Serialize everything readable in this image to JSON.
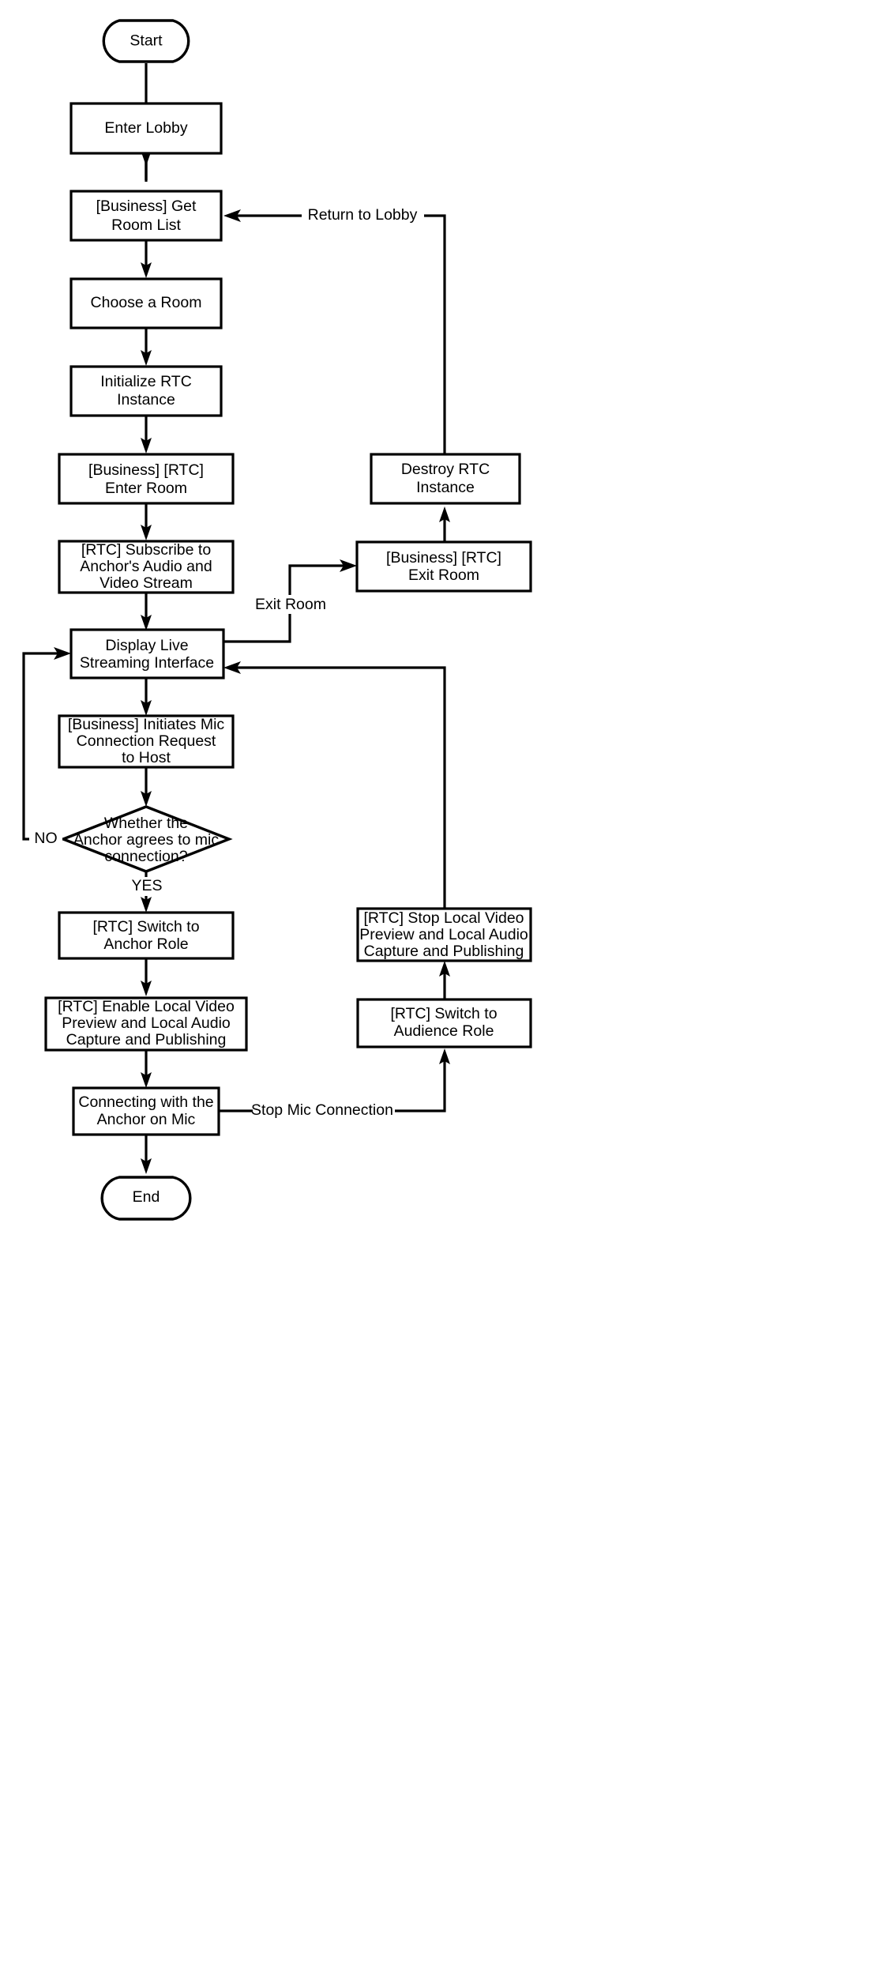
{
  "diagram": {
    "type": "flowchart",
    "title": "Audience Mic-Connection Live Streaming Flow",
    "orientation": "top-to-bottom",
    "background_color": "#ffffff",
    "line_color": "#000000",
    "text_color": "#000000",
    "nodes": [
      {
        "id": "start",
        "shape": "stadium",
        "lines": [
          "Start"
        ]
      },
      {
        "id": "enter_lobby",
        "shape": "rectangle",
        "lines": [
          "Enter Lobby"
        ]
      },
      {
        "id": "get_room_list",
        "shape": "rectangle",
        "lines": [
          "[Business] Get",
          "Room List"
        ]
      },
      {
        "id": "choose_room",
        "shape": "rectangle",
        "lines": [
          "Choose a Room"
        ]
      },
      {
        "id": "init_rtc",
        "shape": "rectangle",
        "lines": [
          "Initialize RTC",
          "Instance"
        ]
      },
      {
        "id": "enter_room",
        "shape": "rectangle",
        "lines": [
          "[Business] [RTC]",
          "Enter Room"
        ]
      },
      {
        "id": "subscribe",
        "shape": "rectangle",
        "lines": [
          "[RTC] Subscribe to",
          "Anchor's Audio and",
          "Video Stream"
        ]
      },
      {
        "id": "display_live",
        "shape": "rectangle",
        "lines": [
          "Display Live",
          "Streaming Interface"
        ]
      },
      {
        "id": "mic_request",
        "shape": "rectangle",
        "lines": [
          "[Business] Initiates Mic",
          "Connection Request",
          "to Host"
        ]
      },
      {
        "id": "decision_agree",
        "shape": "diamond",
        "lines": [
          "Whether the",
          "Anchor agrees to mic",
          "connection?"
        ]
      },
      {
        "id": "switch_anchor",
        "shape": "rectangle",
        "lines": [
          "[RTC] Switch to",
          "Anchor Role"
        ]
      },
      {
        "id": "enable_local",
        "shape": "rectangle",
        "lines": [
          "[RTC] Enable Local Video",
          "Preview and Local Audio",
          "Capture and Publishing"
        ]
      },
      {
        "id": "connecting",
        "shape": "rectangle",
        "lines": [
          "Connecting with the",
          "Anchor on Mic"
        ]
      },
      {
        "id": "end",
        "shape": "stadium",
        "lines": [
          "End"
        ]
      },
      {
        "id": "exit_room",
        "shape": "rectangle",
        "lines": [
          "[Business] [RTC]",
          "Exit Room"
        ]
      },
      {
        "id": "destroy_rtc",
        "shape": "rectangle",
        "lines": [
          "Destroy RTC",
          "Instance"
        ]
      },
      {
        "id": "stop_local",
        "shape": "rectangle",
        "lines": [
          "[RTC] Stop Local Video",
          "Preview and Local Audio",
          "Capture and Publishing"
        ]
      },
      {
        "id": "switch_audience",
        "shape": "rectangle",
        "lines": [
          "[RTC] Switch to",
          "Audience Role"
        ]
      }
    ],
    "edges": [
      {
        "from": "start",
        "to": "enter_lobby",
        "label": ""
      },
      {
        "from": "enter_lobby",
        "to": "get_room_list",
        "label": ""
      },
      {
        "from": "get_room_list",
        "to": "choose_room",
        "label": ""
      },
      {
        "from": "choose_room",
        "to": "init_rtc",
        "label": ""
      },
      {
        "from": "init_rtc",
        "to": "enter_room",
        "label": ""
      },
      {
        "from": "enter_room",
        "to": "subscribe",
        "label": ""
      },
      {
        "from": "subscribe",
        "to": "display_live",
        "label": ""
      },
      {
        "from": "display_live",
        "to": "exit_room",
        "label": "Exit Room"
      },
      {
        "from": "exit_room",
        "to": "destroy_rtc",
        "label": ""
      },
      {
        "from": "destroy_rtc",
        "to": "get_room_list",
        "label": "Return to Lobby"
      },
      {
        "from": "display_live",
        "to": "mic_request",
        "label": ""
      },
      {
        "from": "mic_request",
        "to": "decision_agree",
        "label": ""
      },
      {
        "from": "decision_agree",
        "to": "display_live",
        "label": "NO"
      },
      {
        "from": "decision_agree",
        "to": "switch_anchor",
        "label": "YES"
      },
      {
        "from": "switch_anchor",
        "to": "enable_local",
        "label": ""
      },
      {
        "from": "enable_local",
        "to": "connecting",
        "label": ""
      },
      {
        "from": "connecting",
        "to": "end",
        "label": ""
      },
      {
        "from": "connecting",
        "to": "switch_audience",
        "label": "Stop Mic Connection"
      },
      {
        "from": "switch_audience",
        "to": "stop_local",
        "label": ""
      },
      {
        "from": "stop_local",
        "to": "display_live",
        "label": ""
      }
    ],
    "edge_labels": {
      "return_to_lobby": "Return to Lobby",
      "exit_room": "Exit Room",
      "no": "NO",
      "yes": "YES",
      "stop_mic_connection": "Stop Mic Connection"
    },
    "node_text": {
      "start": "Start",
      "enter_lobby": "Enter Lobby",
      "get_room_list_l1": "[Business] Get",
      "get_room_list_l2": "Room List",
      "choose_room": "Choose a Room",
      "init_rtc_l1": "Initialize RTC",
      "init_rtc_l2": "Instance",
      "enter_room_l1": "[Business] [RTC]",
      "enter_room_l2": "Enter Room",
      "subscribe_l1": "[RTC] Subscribe to",
      "subscribe_l2": "Anchor's Audio and",
      "subscribe_l3": "Video Stream",
      "display_live_l1": "Display Live",
      "display_live_l2": "Streaming Interface",
      "mic_request_l1": "[Business] Initiates Mic",
      "mic_request_l2": "Connection Request",
      "mic_request_l3": "to Host",
      "decision_l1": "Whether the",
      "decision_l2": "Anchor agrees to mic",
      "decision_l3": "connection?",
      "switch_anchor_l1": "[RTC] Switch to",
      "switch_anchor_l2": "Anchor Role",
      "enable_local_l1": "[RTC] Enable Local Video",
      "enable_local_l2": "Preview and Local Audio",
      "enable_local_l3": "Capture and Publishing",
      "connecting_l1": "Connecting with the",
      "connecting_l2": "Anchor on Mic",
      "end": "End",
      "exit_room_l1": "[Business] [RTC]",
      "exit_room_l2": "Exit Room",
      "destroy_rtc_l1": "Destroy RTC",
      "destroy_rtc_l2": "Instance",
      "stop_local_l1": "[RTC] Stop Local Video",
      "stop_local_l2": "Preview and Local Audio",
      "stop_local_l3": "Capture and Publishing",
      "switch_audience_l1": "[RTC] Switch to",
      "switch_audience_l2": "Audience Role"
    }
  }
}
